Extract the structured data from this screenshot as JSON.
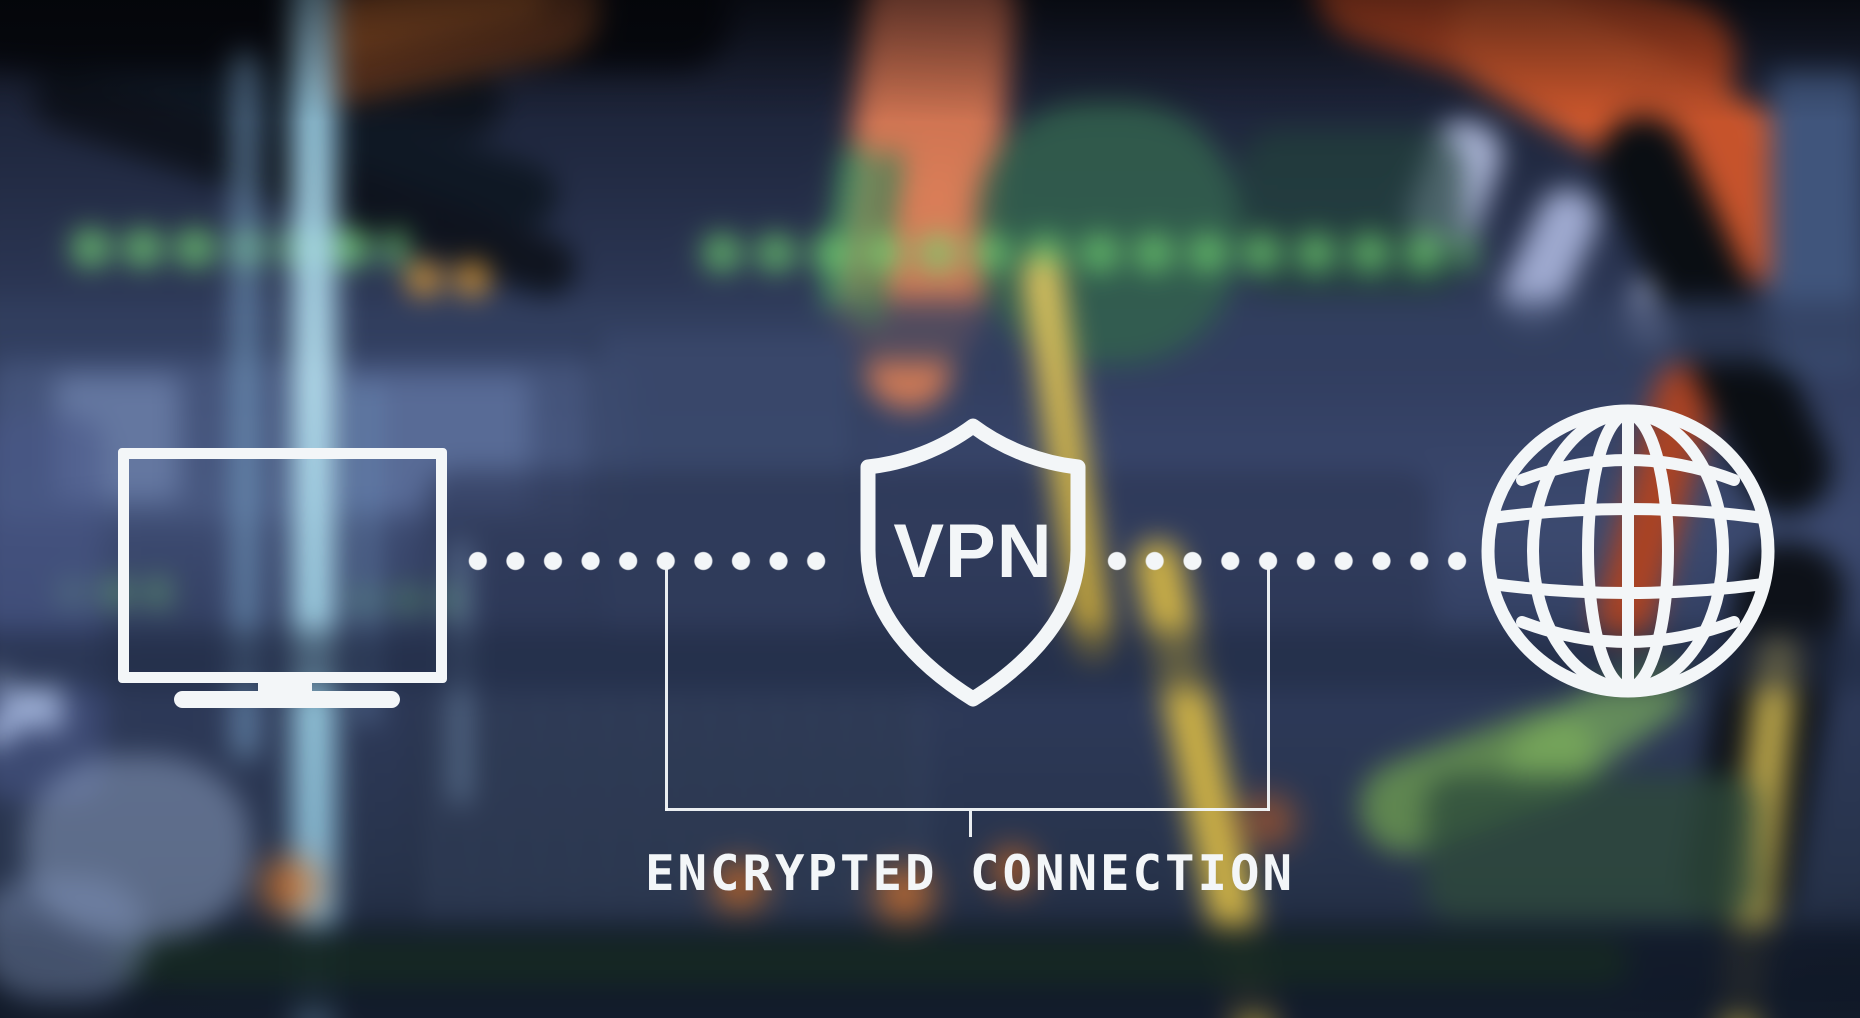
{
  "diagram": {
    "vpn_label": "VPN",
    "caption": "ENCRYPTED CONNECTION"
  },
  "icons": {
    "left": "monitor-icon",
    "center": "vpn-shield-icon",
    "right": "globe-icon"
  },
  "dotted_lines": {
    "left_dot_count": 10,
    "right_dot_count": 10
  },
  "colors": {
    "overlay_white": "#f3f6f8",
    "background_base": "#323d5c",
    "cable_orange": "#c85a32",
    "cable_yellow": "#c7ae4e",
    "status_green": "#7cd57b"
  }
}
